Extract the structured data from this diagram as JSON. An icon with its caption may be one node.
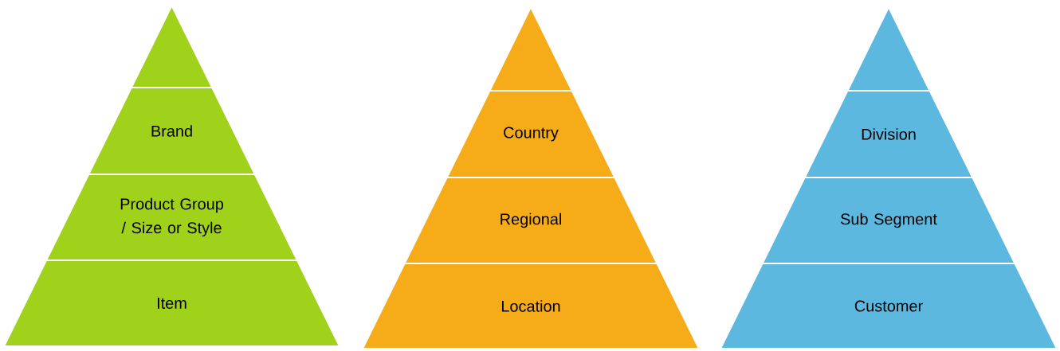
{
  "diagram": {
    "nodes": [
      {
        "text": [],
        "shape": "triangle"
      },
      {
        "text": [
          "Brand"
        ]
      },
      {
        "text": [
          "Product Group / Size or Style"
        ]
      },
      {
        "text": [
          "Item"
        ]
      },
      {
        "text": [],
        "shape": "triangle"
      },
      {
        "text": [
          "Country"
        ]
      },
      {
        "text": [
          "Regional"
        ]
      },
      {
        "text": [
          "Location"
        ]
      },
      {
        "text": [],
        "shape": "triangle"
      },
      {
        "text": [
          "Division"
        ]
      },
      {
        "text": [
          "Sub Segment"
        ]
      },
      {
        "text": [
          "Customer"
        ]
      }
    ]
  }
}
